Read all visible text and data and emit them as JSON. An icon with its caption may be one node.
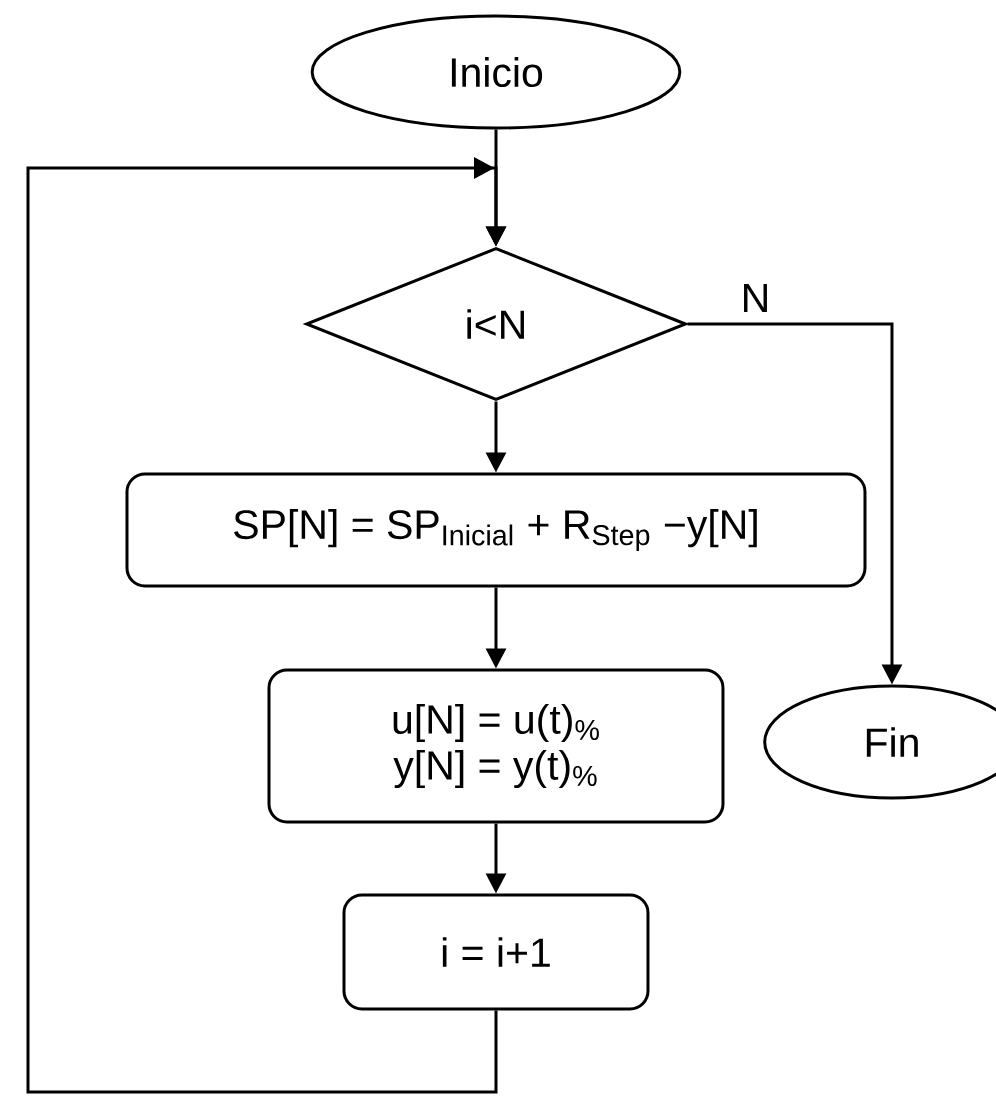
{
  "diagram": {
    "nodes": [
      {
        "text": [
          "Inicio"
        ]
      },
      {
        "text": [
          "i<N"
        ]
      },
      {
        "text": [
          "SP[N] = SP$_{Inicial}$ + R$_{Step}$ −y[N]"
        ]
      },
      {
        "text": [
          "u[N] = u(t)$_{%}$ y[N] = y(t)$_{%}$"
        ]
      },
      {
        "text": [
          "i = i+1"
        ]
      },
      {
        "text": [
          "Fin"
        ]
      }
    ],
    "edges": [
      {
        "from": 0,
        "to": 1,
        "arrow": "to"
      },
      {
        "from": 1,
        "to": 2,
        "arrow": "to"
      },
      {
        "from": 2,
        "to": 3,
        "arrow": "to"
      },
      {
        "from": 3,
        "to": 4,
        "arrow": "to"
      },
      {
        "from": 1,
        "to": 5,
        "arrow": "to",
        "label": "N"
      },
      {
        "from": 4,
        "to": 1,
        "arrow": "to"
      }
    ]
  }
}
